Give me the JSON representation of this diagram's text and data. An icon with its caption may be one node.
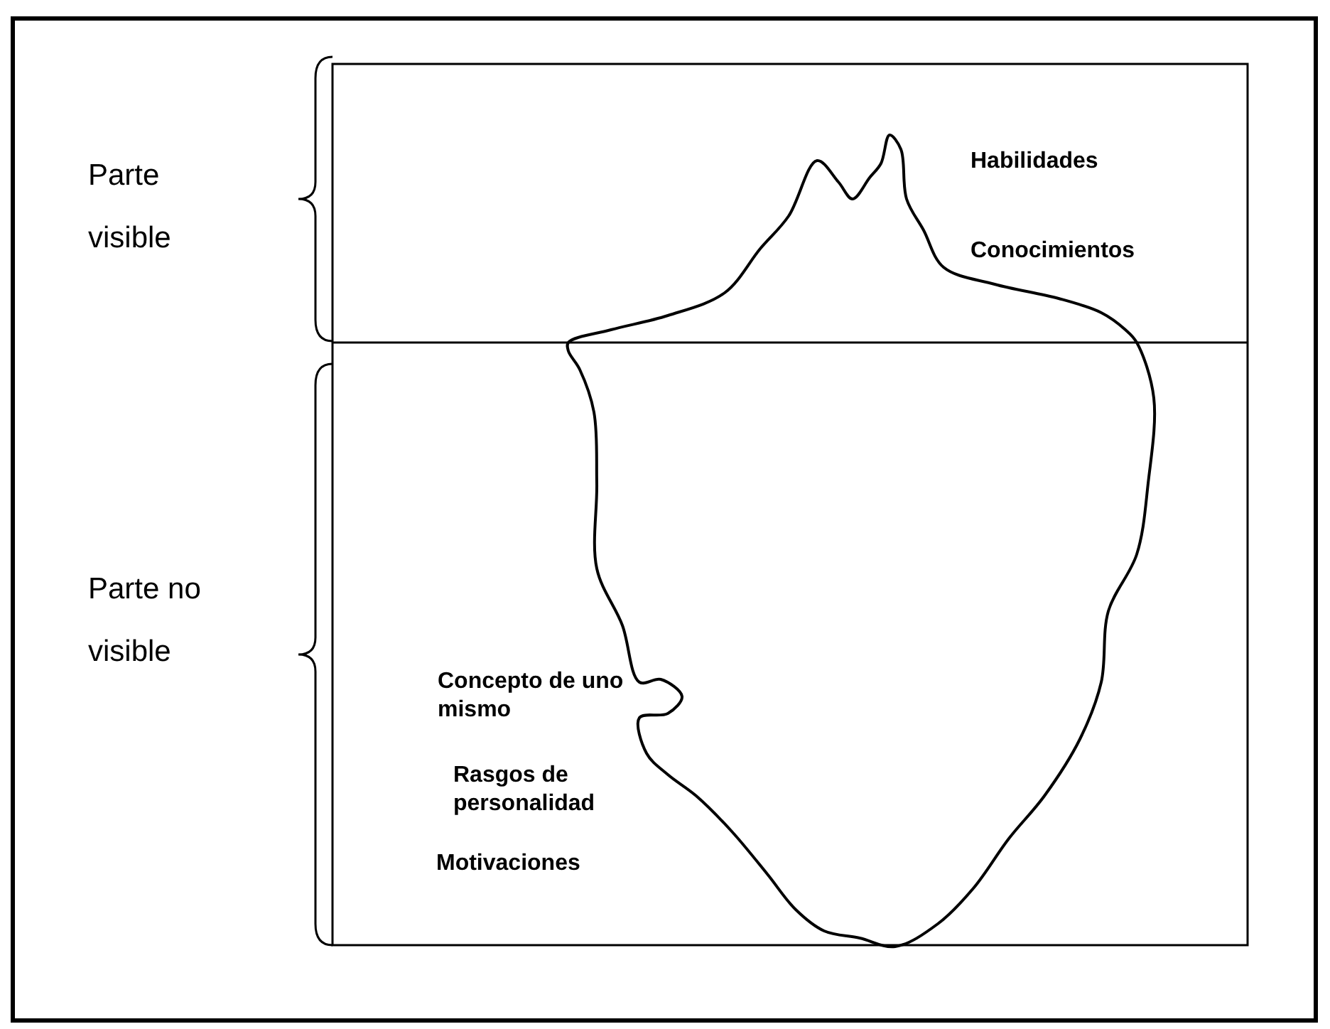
{
  "diagram": {
    "labels": [
      "Parte visible",
      "Parte no visible",
      "Habilidades",
      "Conocimientos",
      "Concepto de uno mismo",
      "Rasgos de personalidad",
      "Motivaciones"
    ]
  }
}
